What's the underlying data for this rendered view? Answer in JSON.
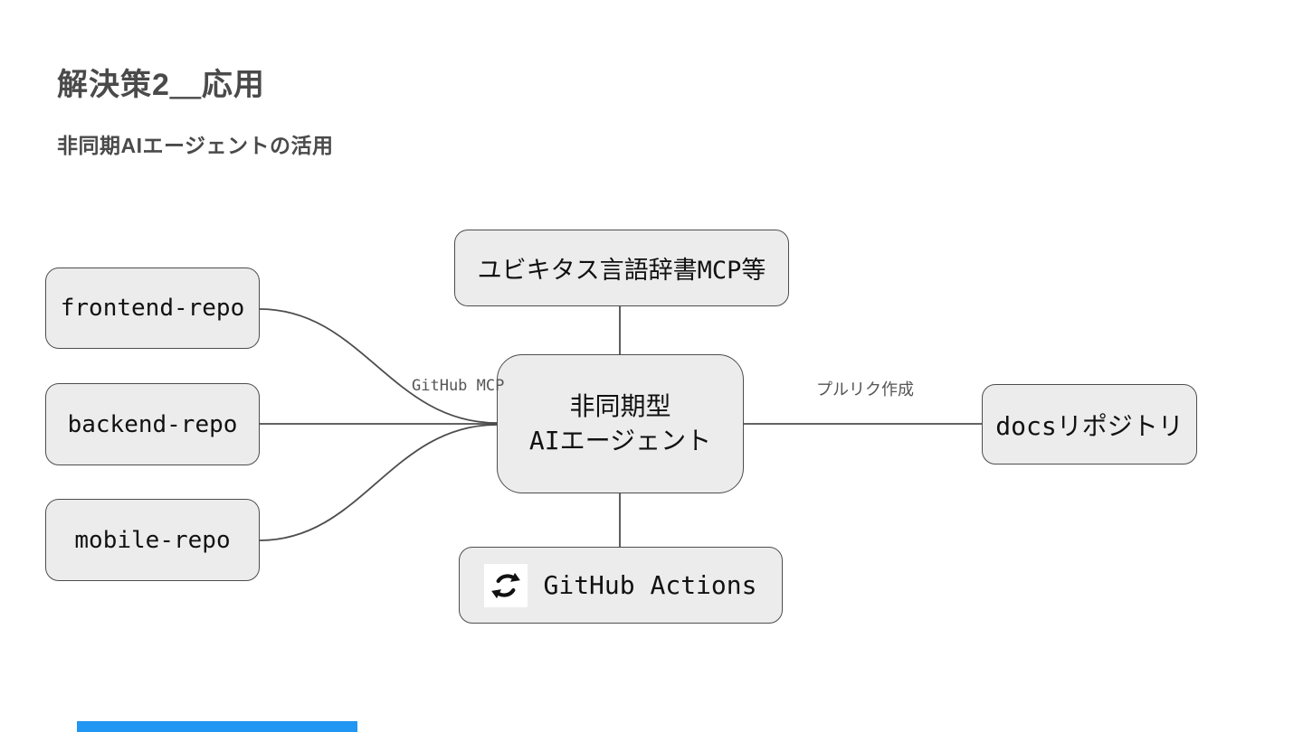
{
  "slide": {
    "title": "解決策2＿応用",
    "subtitle": "非同期AIエージェントの活用"
  },
  "diagram": {
    "nodes": {
      "frontend": {
        "label": "frontend-repo"
      },
      "backend": {
        "label": "backend-repo"
      },
      "mobile": {
        "label": "mobile-repo"
      },
      "dictionary": {
        "label": "ユビキタス言語辞書MCP等"
      },
      "agent": {
        "label": "非同期型\nAIエージェント"
      },
      "docs": {
        "label": "docsリポジトリ"
      },
      "actions": {
        "label": "GitHub Actions",
        "icon": "sync-icon"
      }
    },
    "edge_labels": {
      "github_mcp": "GitHub MCP",
      "pull_request": "プルリク作成"
    },
    "colors": {
      "node_fill": "#ececec",
      "node_border": "#4d4d4d",
      "edge_stroke": "#4d4d4d",
      "title_text": "#4a4a4a",
      "edge_label_text": "#555555",
      "progress_bar": "#2196f3"
    }
  }
}
